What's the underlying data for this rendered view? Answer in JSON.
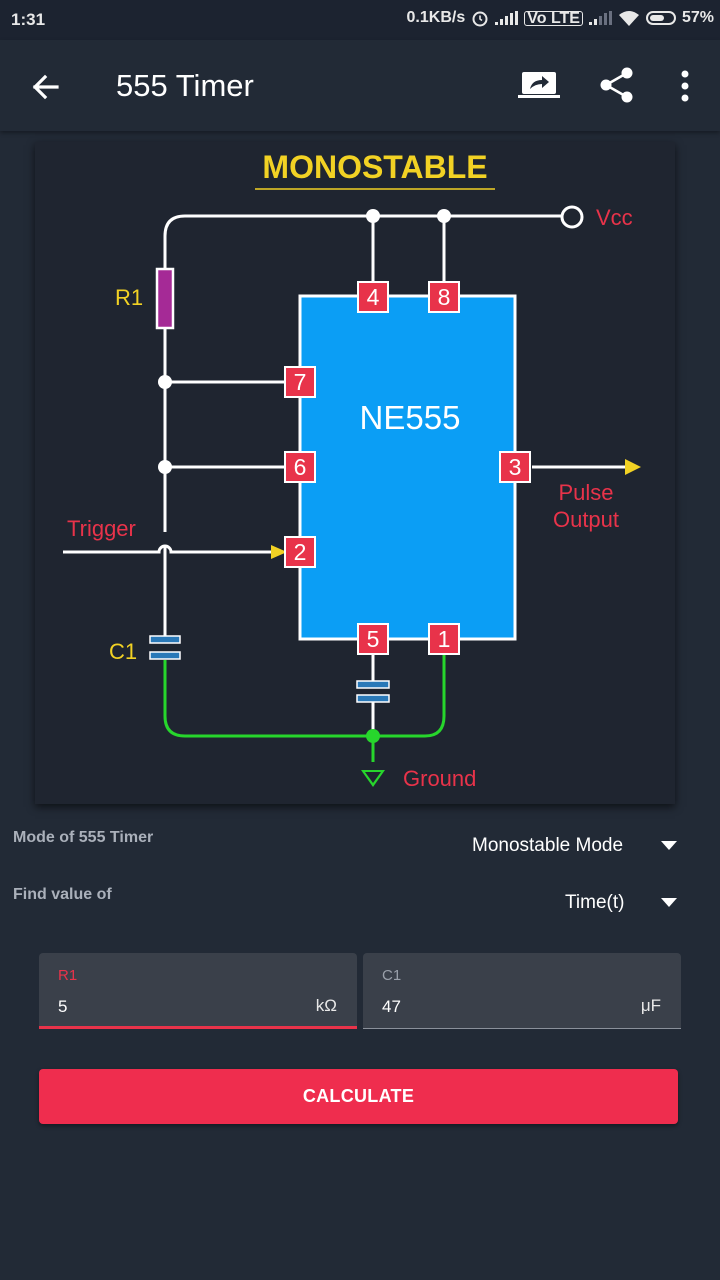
{
  "status_bar": {
    "time": "1:31",
    "network_speed": "0.1KB/s",
    "volte_badge": "Vo LTE",
    "battery": "57%"
  },
  "app_bar": {
    "title": "555 Timer",
    "icons": [
      "back-arrow-icon",
      "cast-icon",
      "share-icon",
      "more-vert-icon"
    ]
  },
  "diagram": {
    "heading": "MONOSTABLE",
    "chip_label": "NE555",
    "labels": {
      "r1": "R1",
      "c1": "C1",
      "vcc": "Vcc",
      "trigger": "Trigger",
      "pulse_output_line1": "Pulse",
      "pulse_output_line2": "Output",
      "ground": "Ground"
    },
    "pins": [
      "4",
      "8",
      "7",
      "6",
      "3",
      "2",
      "5",
      "1"
    ],
    "colors": {
      "chip": "#0b9ef5",
      "pin": "#e8334a",
      "heading": "#f2d224",
      "component": "#f2d224",
      "signal": "#e8334a",
      "ground_wire": "#27d62c",
      "wire": "#ffffff"
    }
  },
  "form": {
    "mode_label": "Mode of 555 Timer",
    "mode_value": "Monostable Mode",
    "find_label": "Find value of",
    "find_value": "Time(t)",
    "r1_field": {
      "label": "R1",
      "value": "5",
      "unit": "kΩ",
      "label_color": "#e8334a"
    },
    "c1_field": {
      "label": "C1",
      "value": "47",
      "unit": "μF",
      "label_color": "#9aa0aa"
    },
    "calculate_label": "CALCULATE",
    "accent": "#ef2d4e"
  }
}
